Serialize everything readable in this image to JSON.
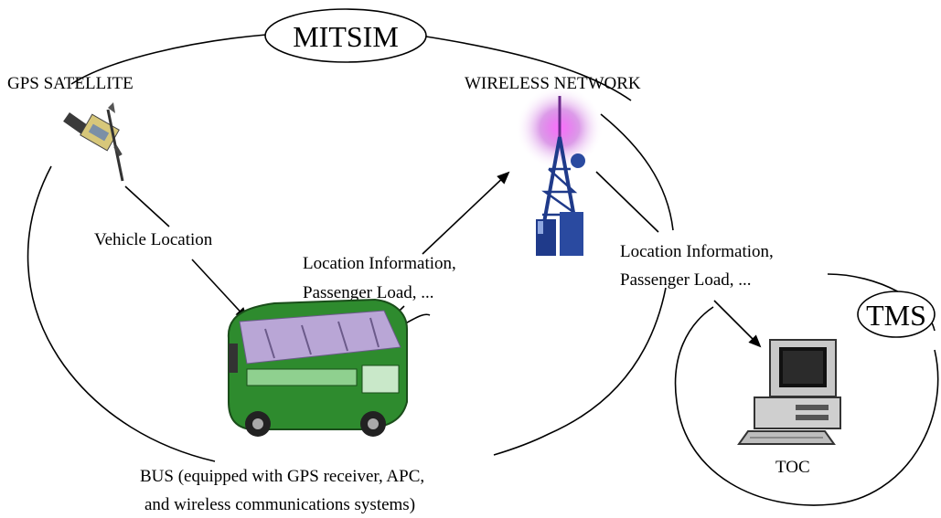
{
  "diagram": {
    "mitsim_label": "MITSIM",
    "tms_label": "TMS",
    "gps_satellite_label": "GPS SATELLITE",
    "wireless_network_label": "WIRELESS NETWORK",
    "vehicle_location_label": "Vehicle Location",
    "bus_to_network_label": {
      "line1": "Location Information,",
      "line2": "Passenger Load, ..."
    },
    "network_to_toc_label": {
      "line1": "Location Information,",
      "line2": "Passenger Load, ..."
    },
    "bus_label": {
      "line1": "BUS (equipped with GPS receiver, APC,",
      "line2": "and wireless communications systems)"
    },
    "toc_label": "TOC"
  },
  "icons": [
    "satellite-icon",
    "radio-tower-icon",
    "bus-icon",
    "computer-icon"
  ],
  "colors": {
    "stroke": "#000000",
    "bus_green": "#2e8b2e",
    "bus_purple": "#b9a6d6",
    "tower_glow": "#c04bd6",
    "tower_blue": "#1f3a8a",
    "computer_gray": "#c8c8c8"
  }
}
